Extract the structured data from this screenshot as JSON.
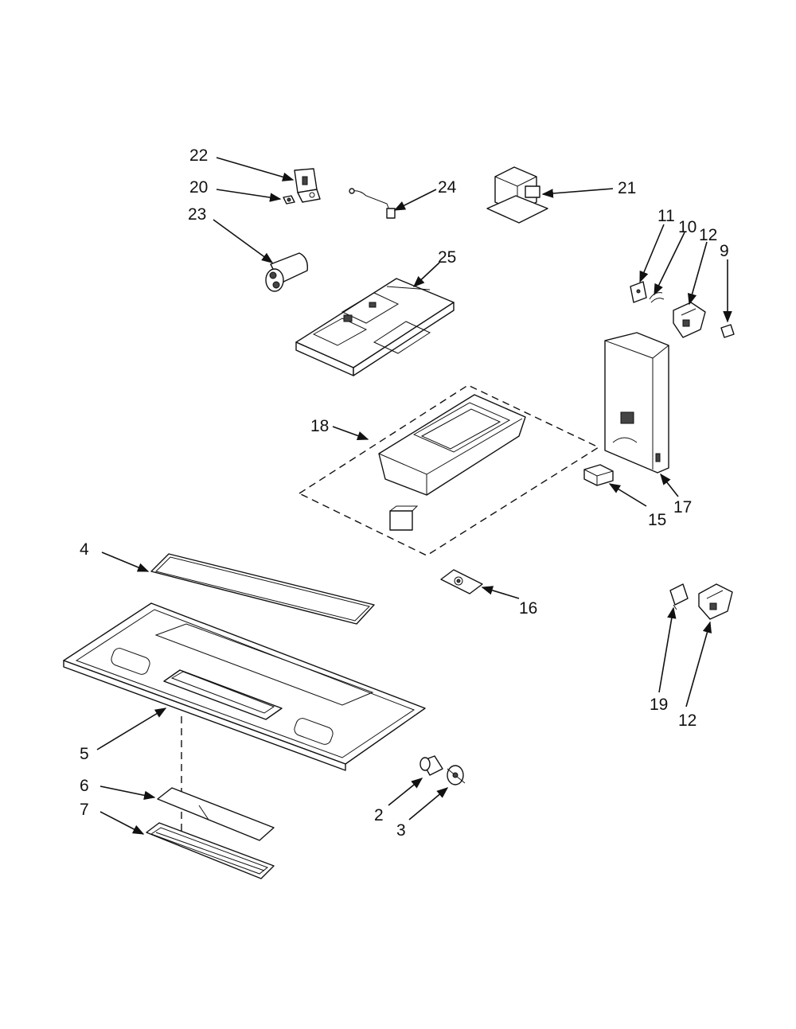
{
  "diagram": {
    "colors": {
      "ink": "#111111",
      "paper": "#ffffff"
    },
    "callouts": {
      "c22": "22",
      "c20": "20",
      "c23": "23",
      "c24": "24",
      "c21": "21",
      "c25": "25",
      "c11": "11",
      "c10": "10",
      "c12a": "12",
      "c9": "9",
      "c18": "18",
      "c17": "17",
      "c15": "15",
      "c4": "4",
      "c16": "16",
      "c19": "19",
      "c12b": "12",
      "c5": "5",
      "c6": "6",
      "c7": "7",
      "c2": "2",
      "c3": "3"
    }
  }
}
